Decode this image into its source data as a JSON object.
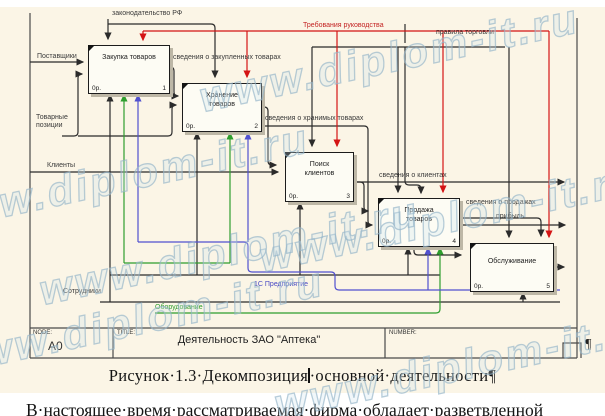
{
  "watermark": {
    "text": "www.diplom-it.ru"
  },
  "diagram": {
    "boxes": [
      {
        "title": "Закупка товаров",
        "cost": "0р.",
        "num": "1"
      },
      {
        "title": "Хранение товаров",
        "cost": "0р.",
        "num": "2"
      },
      {
        "title": "Поиск клиентов",
        "cost": "0р.",
        "num": "3"
      },
      {
        "title": "Продажа товаров",
        "cost": "0р.",
        "num": "4"
      },
      {
        "title": "Обслуживание",
        "cost": "0р.",
        "num": "5"
      }
    ],
    "labels": {
      "law": "законодательство РФ",
      "management": "Требования руководства",
      "trade_rules": "правила торговли",
      "purchased": "сведения о закупленных товарах",
      "stored": "сведения о хранимых товарах",
      "clients_info": "сведения о клиентах",
      "sales": "сведения о продажах",
      "profit": "прибыль",
      "suppliers": "Поставщики",
      "goods_items": "Товарные позиции",
      "clients": "Клиенты",
      "staff": "Сотрудники",
      "equipment": "Оборудование",
      "software": "1С Предприятие"
    },
    "title_block": {
      "node_label": "NODE:",
      "node": "A0",
      "title_label": "TITLE:",
      "title": "Деятельность ЗАО \"Аптека\"",
      "number_label": "NUMBER:"
    }
  },
  "caption": {
    "before_cursor": "Рисунок·1.3·Декомпозиция",
    "after_cursor": "·основной·деятельности",
    "pilcrow": "¶"
  },
  "paragraph": {
    "text": "В·настоящее·время·рассматриваемая·фирма·обладает·разветвленной"
  }
}
